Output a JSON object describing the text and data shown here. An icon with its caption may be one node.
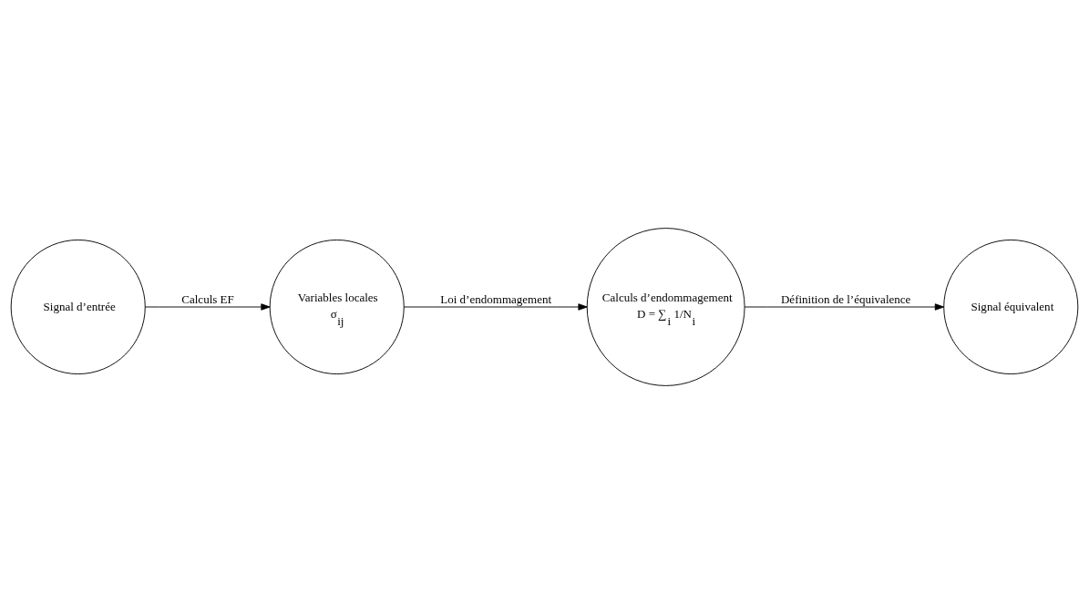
{
  "diagram": {
    "nodes": [
      {
        "text": [
          "Signal d’entrée"
        ]
      },
      {
        "text": [
          "Variables locales",
          "σ$_{ij}$"
        ]
      },
      {
        "text": [
          "Calculs d’endommagement",
          "D = ∑$_{i}$ 1/N$_{i}$"
        ]
      },
      {
        "text": [
          "Signal équivalent"
        ]
      }
    ],
    "edges": [
      {
        "from": 0,
        "to": 1,
        "arrow": "to",
        "label": "Calculs EF"
      },
      {
        "from": 1,
        "to": 2,
        "arrow": "to",
        "label": "Loi d’endommagement"
      },
      {
        "from": 2,
        "to": 3,
        "arrow": "to",
        "label": "Définition de l’équivalence"
      }
    ]
  }
}
